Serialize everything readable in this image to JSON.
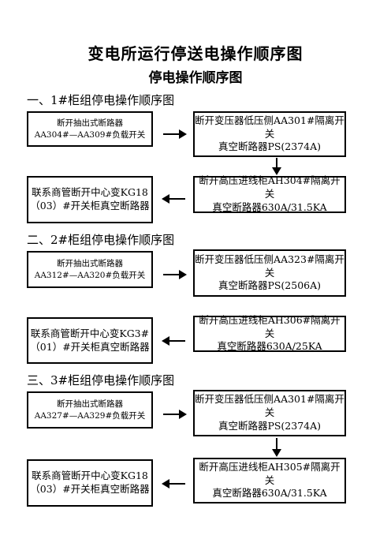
{
  "title": "变电所运行停送电操作顺序图",
  "subtitle": "停电操作顺序图",
  "sections": [
    {
      "heading": "一、1#柜组停电操作顺序图",
      "step1": [
        "断开抽出式断路器",
        "AA304#—AA309#负载开关"
      ],
      "step2": [
        "断开变压器低压侧AA301#隔离开",
        "关",
        "真空断路器PS(2374A)"
      ],
      "step3": [
        "断开高压进线柜AH304#隔离开关",
        "真空断路器630A/31.5KA"
      ],
      "step4": [
        "联系商管断开中心变KG18",
        "（03）#开关柜真空断路器"
      ]
    },
    {
      "heading": "二、2#柜组停电操作顺序图",
      "step1": [
        "断开抽出式断路器",
        "AA312#—AA320#负载开关"
      ],
      "step2": [
        "断开变压器低压侧AA323#隔离开",
        "关",
        "真空断路器PS(2506A)"
      ],
      "step3": [
        "断开高压进线柜AH306#隔离开关",
        "真空断路器630A/25KA"
      ],
      "step4": [
        "联系商管断开中心变KG3#",
        "（01）#开关柜真空断路器"
      ]
    },
    {
      "heading": "三、3#柜组停电操作顺序图",
      "step1": [
        "断开抽出式断路器",
        "AA327#—AA329#负载开关"
      ],
      "step2": [
        "断开变压器低压侧AA301#隔离开",
        "关",
        "真空断路器PS(2374A)"
      ],
      "step3": [
        "断开高压进线柜AH305#隔离开关",
        "真空断路器630A/31.5KA"
      ],
      "step4": [
        "联系商管断开中心变KG18",
        "（03）#开关柜真空断路器"
      ]
    }
  ]
}
